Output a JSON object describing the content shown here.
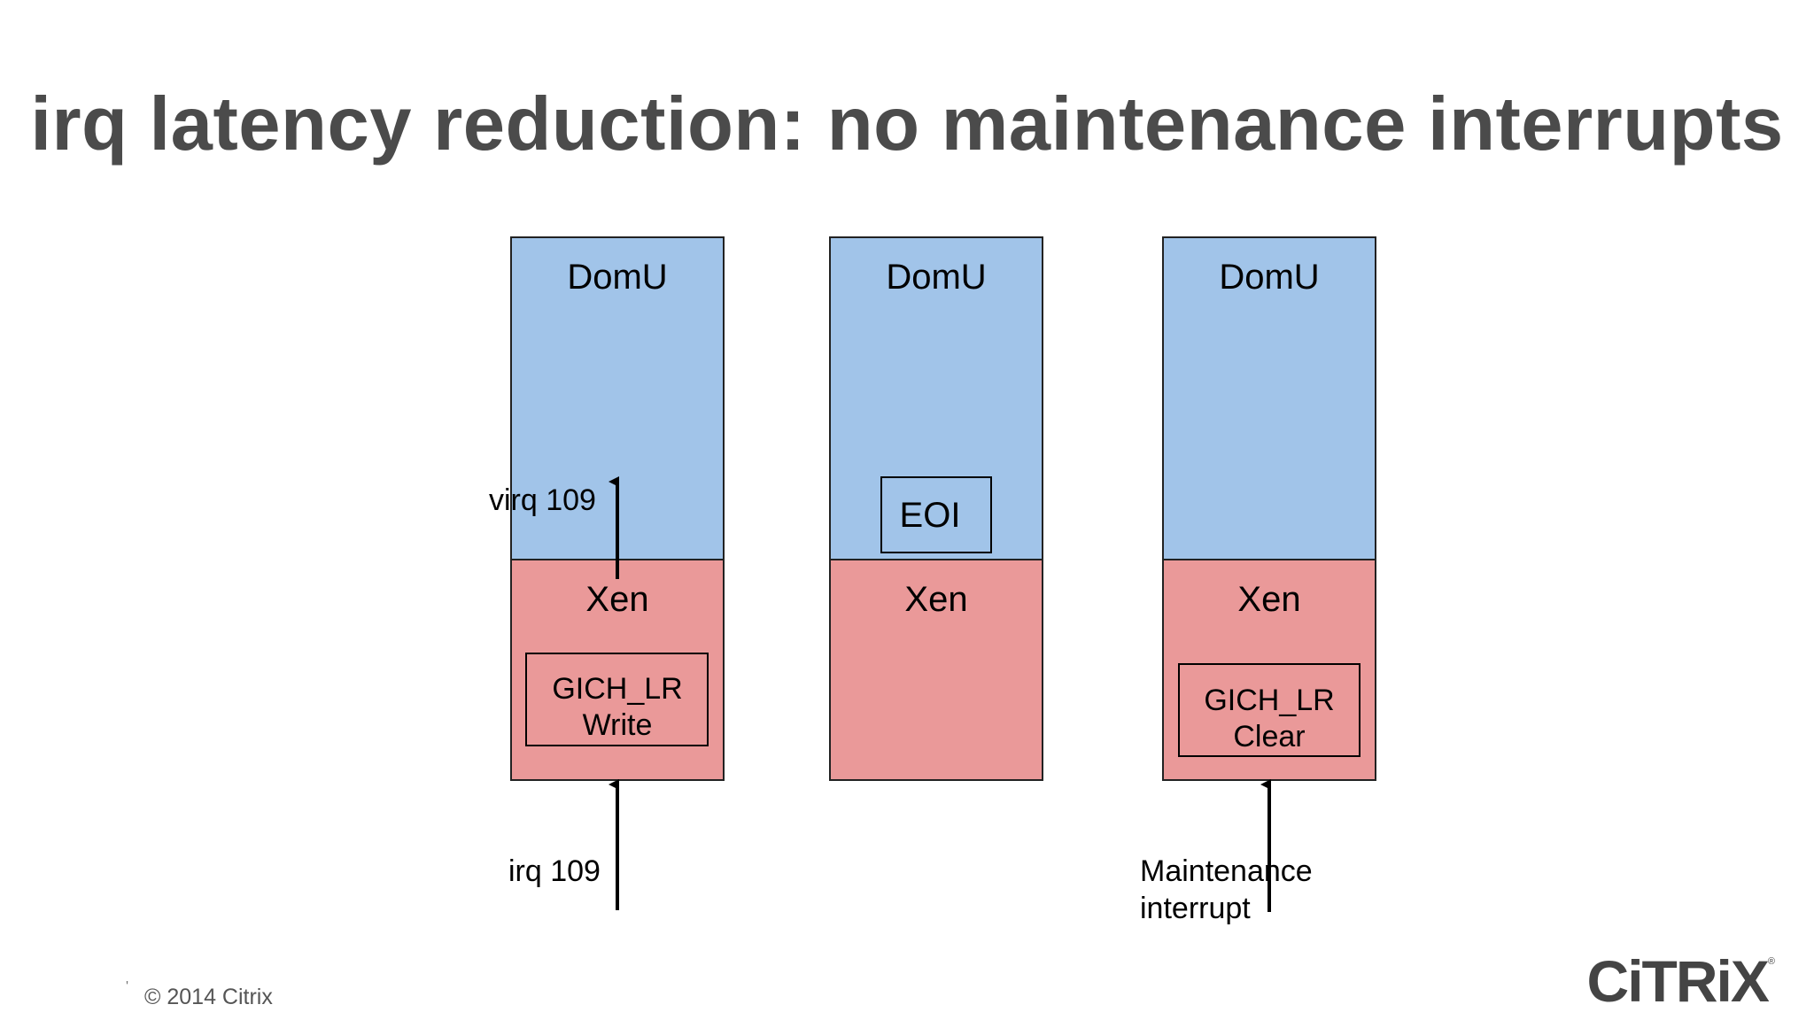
{
  "slide": {
    "title": "irq latency reduction: no maintenance interrupts",
    "footer": "© 2014 Citrix",
    "logo": "CiTRiX",
    "logo_mark": "®"
  },
  "colors": {
    "domu_fill": "#a1c4e9",
    "xen_fill": "#ea9999",
    "stroke": "#222222",
    "title": "#4b4b4b"
  },
  "columns": [
    {
      "domu_label": "DomU",
      "xen_label": "Xen",
      "domu_box": "",
      "xen_box": [
        "GICH_LR",
        "Write"
      ],
      "arrow_in_label": [
        "irq 109"
      ],
      "arrow_up_label": "virq 109"
    },
    {
      "domu_label": "DomU",
      "xen_label": "Xen",
      "domu_box": "EOI",
      "xen_box": [],
      "arrow_in_label": [],
      "arrow_up_label": ""
    },
    {
      "domu_label": "DomU",
      "xen_label": "Xen",
      "domu_box": "",
      "xen_box": [
        "GICH_LR",
        "Clear"
      ],
      "arrow_in_label": [
        "Maintenance",
        "interrupt"
      ],
      "arrow_up_label": ""
    }
  ]
}
